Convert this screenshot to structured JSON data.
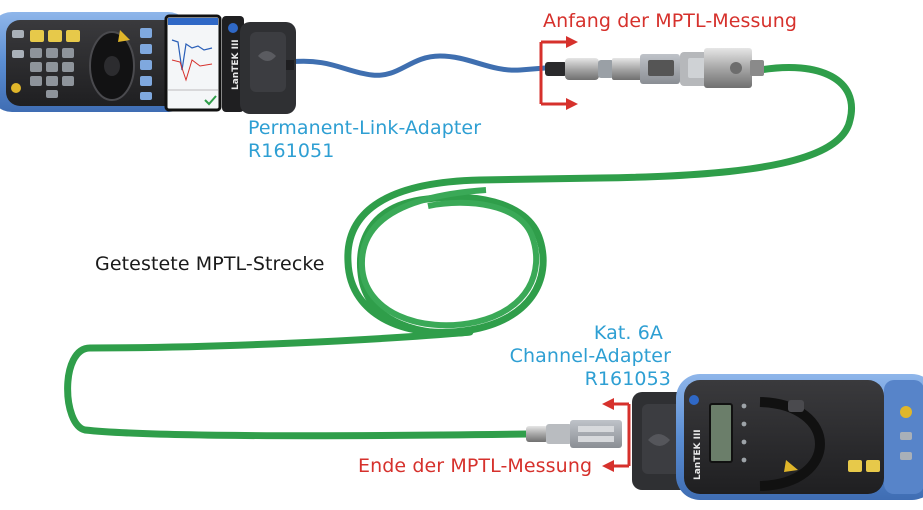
{
  "labels": {
    "start_measurement": "Anfang der MPTL-Messung",
    "pl_adapter_line1": "Permanent-Link-Adapter",
    "pl_adapter_line2": "R161051",
    "tested_link": "Getestete MPTL-Strecke",
    "ch_adapter_line1": "Kat. 6A",
    "ch_adapter_line2": "Channel-Adapter",
    "ch_adapter_line3": "R161053",
    "end_measurement": "Ende der MPTL-Messung"
  },
  "devices": {
    "main_unit_brand": "LanTEK III",
    "remote_unit_brand": "LanTEK III"
  },
  "colors": {
    "accent_red": "#d6312c",
    "label_blue": "#2e9fd3",
    "cable_green": "#2f9e4a",
    "cable_blue": "#3f6fb0",
    "device_blue": "#5b8ed3",
    "device_dark": "#2a2a2c"
  }
}
